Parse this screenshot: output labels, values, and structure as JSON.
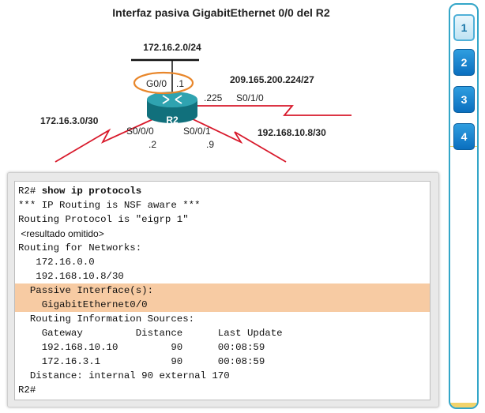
{
  "title": "Interfaz pasiva GigabitEthernet 0/0 del R2",
  "topology": {
    "lan_network": "172.16.2.0/24",
    "g0_label": "G0/0",
    "g0_ip": ".1",
    "isp_network": "209.165.200.224/27",
    "s010_ip": ".225",
    "s010_label": "S0/1/0",
    "left_network": "172.16.3.0/30",
    "router_name": "R2",
    "s000_label": "S0/0/0",
    "s001_label": "S0/0/1",
    "s000_ip": ".2",
    "s001_ip": ".9",
    "right_network": "192.168.10.8/30",
    "highlight_color": "#e8862a",
    "router_color": "#1a8a96"
  },
  "cli": {
    "prompt": "R2#",
    "command": "show ip protocols",
    "lines": [
      "*** IP Routing is NSF aware ***",
      "Routing Protocol is \"eigrp 1\"",
      " <resultado omitido>",
      "Routing for Networks:",
      "   172.16.0.0",
      "   192.168.10.8/30",
      "  Passive Interface(s):",
      "    GigabitEthernet0/0",
      "  Routing Information Sources:",
      "    Gateway         Distance      Last Update",
      "    192.168.10.10         90      00:08:59",
      "    172.16.3.1            90      00:08:59",
      "  Distance: internal 90 external 170",
      "R2#"
    ],
    "highlight_color": "#f7cba3"
  },
  "nav": {
    "buttons": [
      "1",
      "2",
      "3",
      "4"
    ],
    "active_index": 0
  }
}
